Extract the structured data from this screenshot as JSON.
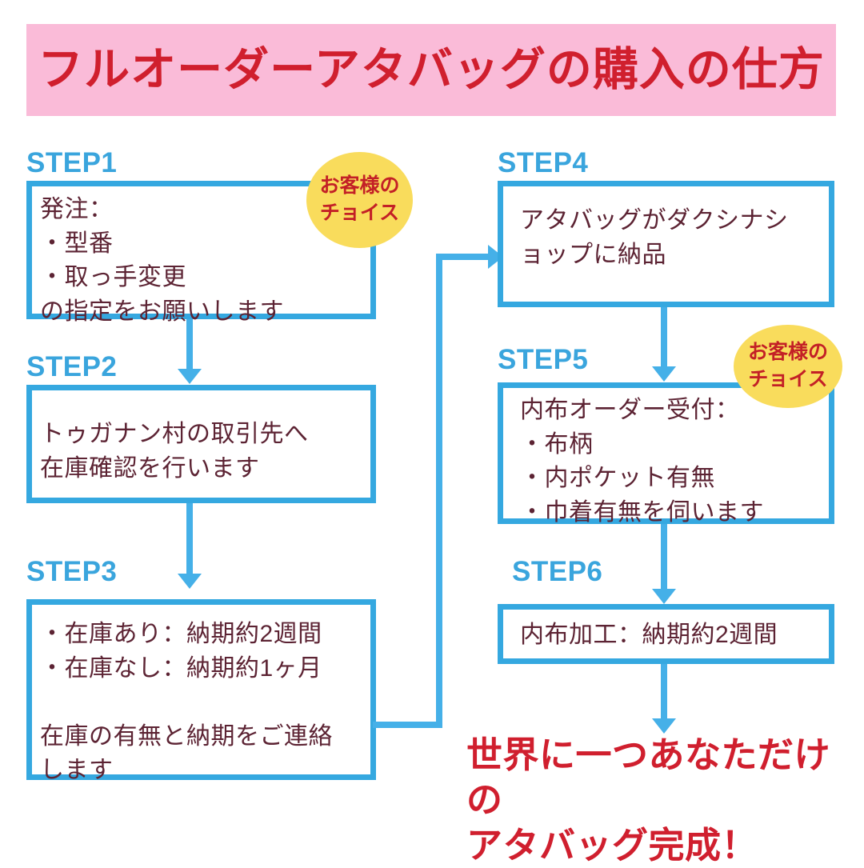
{
  "header": {
    "title": "フルオーダーアタバッグの購入の仕方",
    "banner_color": "#fabbd8",
    "title_color": "#d01f2e"
  },
  "theme": {
    "box_border": "#35a8e0",
    "arrow": "#45b0e8",
    "step_label": "#3aa5dd",
    "body_text": "#5c2333",
    "badge_fill": "#f9dc5c",
    "badge_text": "#c32026",
    "accent_red": "#d01f2e"
  },
  "steps": [
    {
      "label": "STEP1",
      "body": "発注：\n・型番\n・取っ手変更\nの指定をお願いします"
    },
    {
      "label": "STEP2",
      "body": "トゥガナン村の取引先へ\n在庫確認を行います"
    },
    {
      "label": "STEP3",
      "body": "・在庫あり：納期約2週間\n・在庫なし：納期約1ヶ月\n\n在庫の有無と納期をご連絡\nします"
    },
    {
      "label": "STEP4",
      "body": "アタバッグがダクシナシ\nョップに納品"
    },
    {
      "label": "STEP5",
      "body": "内布オーダー受付：\n・布柄\n・内ポケット有無\n・巾着有無を伺います"
    },
    {
      "label": "STEP6",
      "body": "内布加工：納期約2週間"
    }
  ],
  "badges": [
    {
      "line1": "お客様の",
      "line2": "チョイス"
    },
    {
      "line1": "お客様の",
      "line2": "チョイス"
    }
  ],
  "final": {
    "message": "世界に一つあなただけの\nアタバッグ完成！"
  }
}
